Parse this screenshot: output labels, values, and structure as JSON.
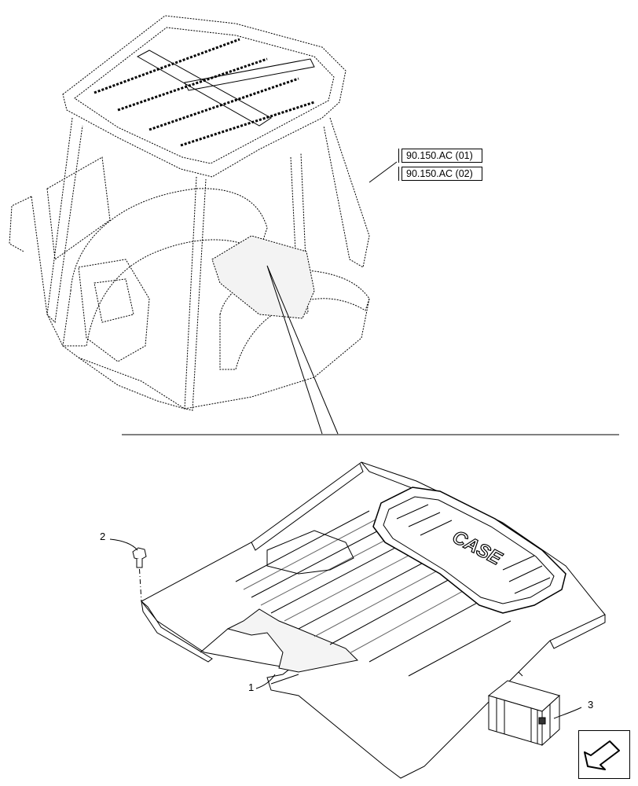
{
  "references": [
    {
      "label": "90.150.AC (01)"
    },
    {
      "label": "90.150.AC (02)"
    }
  ],
  "callouts": [
    {
      "number": "1"
    },
    {
      "number": "2"
    },
    {
      "number": "3"
    }
  ],
  "brand_mark": "CASE",
  "colors": {
    "line": "#000000",
    "background": "#ffffff",
    "shade": "#dcdcdc"
  },
  "icons": {
    "nav": "next-page-arrow-icon"
  }
}
